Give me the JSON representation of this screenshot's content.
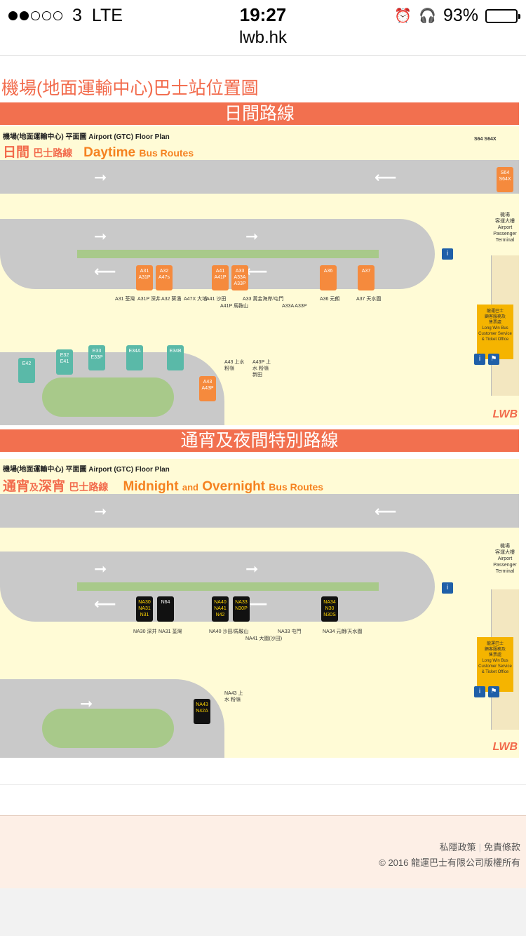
{
  "status": {
    "carrier": "3",
    "network": "LTE",
    "time": "19:27",
    "battery": "93%",
    "battery_fraction": 0.93
  },
  "url": "lwb.hk",
  "page_title": "機場(地面運輸中心)巴士站位置圖",
  "daytime": {
    "banner": "日間路線",
    "hdr_small": "機場(地面運輸中心) 平面圖 Airport (GTC) Floor Plan",
    "hdr_cn": "日間",
    "hdr_cn2": "巴士路線",
    "hdr_en": "Daytime",
    "hdr_en2": "Bus Routes",
    "top_routes": "S64  S64X",
    "stops_row1": [
      "A31\nA31P",
      "A32\nA47s",
      "A41\nA41P",
      "A33\nA33A\nA33P",
      "A36",
      "A37"
    ],
    "stops_row2": [
      "E42",
      "E32\nE41",
      "E33\nE33P",
      "E34A",
      "E34B",
      "A43\nA43P"
    ],
    "stop_s64": "S64\nS64X",
    "terminal_label": "機場\n客運大樓\nAirport\nPassenger\nTerminal",
    "cs_label": "龍運巴士\n顧客服務及\n售票處\nLong Win Bus\nCustomer Service\n& Ticket Office",
    "dest_row1": [
      "A31 荃灣",
      "A31P 深井",
      "A32 葵涌",
      "A47X 大埔",
      "A41 沙田",
      "A41P 馬鞍山",
      "A33 黃金海岸/屯門",
      "A33A A33P",
      "A36 元朗",
      "A37 天水圍"
    ],
    "dest_row2": [
      "A43 上水 粉嶺",
      "A43P 上水 粉嶺 新田"
    ]
  },
  "night": {
    "banner": "通宵及夜間特別路線",
    "hdr_small": "機場(地面運輸中心) 平面圖 Airport (GTC) Floor Plan",
    "hdr_cn": "通宵",
    "hdr_cn_mid": "及",
    "hdr_cn3": "深宵",
    "hdr_cn2": "巴士路線",
    "hdr_en": "Midnight",
    "hdr_en_mid": "and",
    "hdr_en3": "Overnight",
    "hdr_en2": "Bus Routes",
    "stops_row1": [
      "NA30\nNA31\nN31",
      "N64",
      "NA40\nNA41\nN42",
      "NA33\nN30P",
      "NA34\nN30\nN30S"
    ],
    "stops_row2": [
      "NA43\nN42A"
    ],
    "terminal_label": "機場\n客運大樓\nAirport\nPassenger\nTerminal",
    "cs_label": "龍運巴士\n顧客服務及\n售票處\nLong Win Bus\nCustomer Service\n& Ticket Office",
    "dest_row1": [
      "NA30 深井",
      "NA31 荃灣",
      "NA40 沙田/馬鞍山",
      "NA41 大圍(沙田)",
      "NA33 屯門",
      "NA34 元朗/天水圍"
    ],
    "dest_row2": [
      "NA43 上水 粉嶺"
    ]
  },
  "logo": "LWB",
  "footer": {
    "privacy": "私隱政策",
    "disclaimer": "免責條款",
    "copyright": "© 2016 龍運巴士有限公司版權所有"
  }
}
